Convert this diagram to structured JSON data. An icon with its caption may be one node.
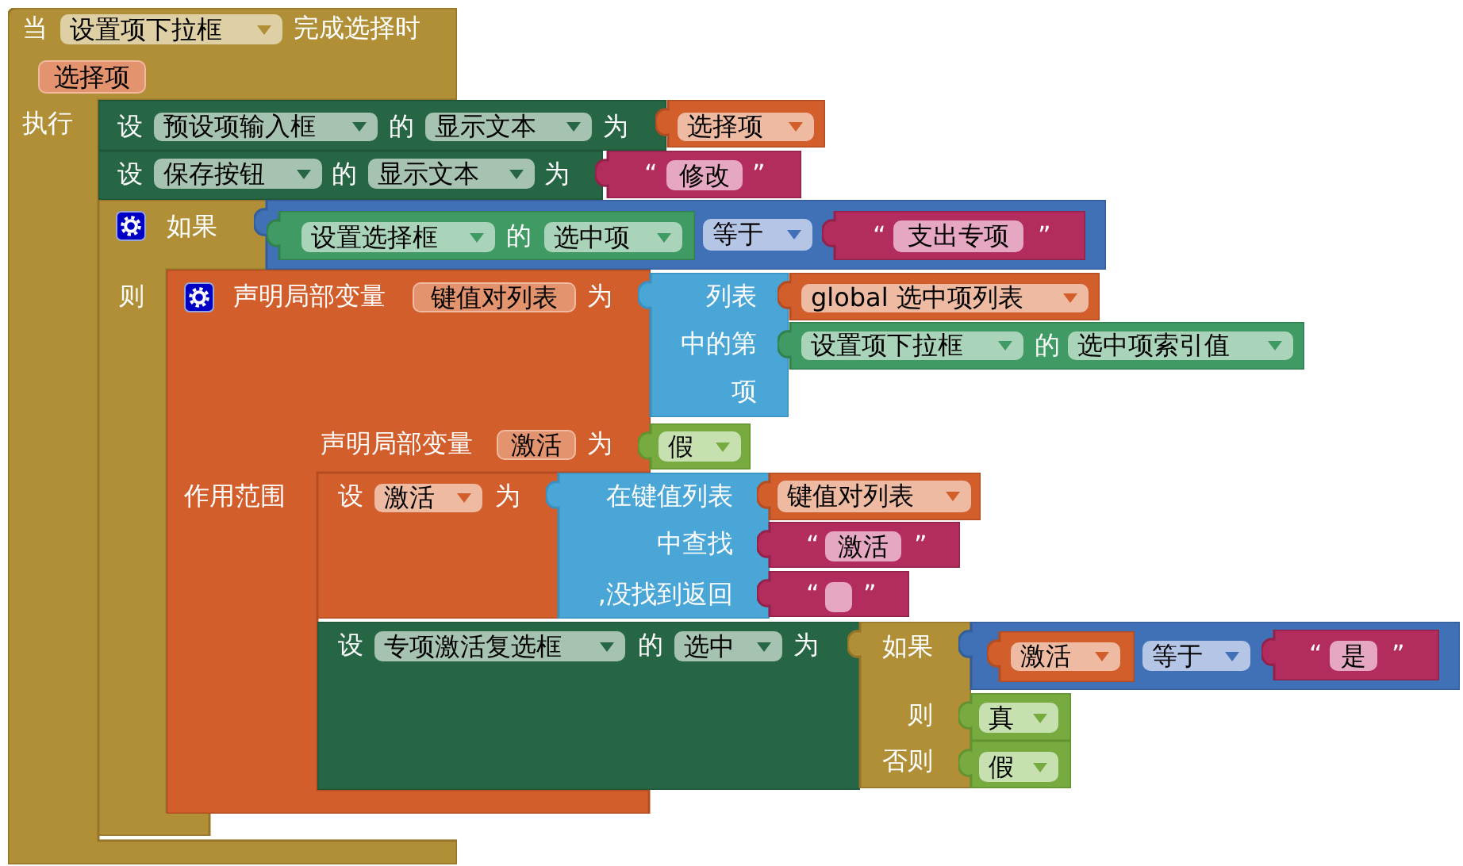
{
  "diagram": {
    "nodes": [
      {
        "text": [
          "当",
          "设置项下拉框",
          "完成选择时",
          "选择项",
          "执行"
        ]
      },
      {
        "text": [
          "设",
          "预设项输入框",
          "的",
          "显示文本",
          "为"
        ]
      },
      {
        "text": [
          "选择项"
        ]
      },
      {
        "text": [
          "设",
          "保存按钮",
          "的",
          "显示文本",
          "为"
        ]
      },
      {
        "text": [
          "“",
          "修改",
          "”"
        ]
      },
      {
        "text": [
          "如果",
          "则"
        ]
      },
      {
        "text": [
          "等于"
        ]
      },
      {
        "text": [
          "设置选择框",
          "的",
          "选中项"
        ],
        "in": 6
      },
      {
        "text": [
          "“",
          "支出专项",
          "”"
        ],
        "in": 6
      },
      {
        "text": [
          "声明局部变量",
          "键值对列表",
          "为",
          "声明局部变量",
          "激活",
          "为",
          "作用范围"
        ]
      },
      {
        "text": [
          "列表",
          "中的第",
          "项"
        ]
      },
      {
        "text": [
          "global 选中项列表"
        ]
      },
      {
        "text": [
          "设置项下拉框",
          "的",
          "选中项索引值"
        ]
      },
      {
        "text": [
          "假"
        ]
      },
      {
        "text": [
          "设",
          "激活",
          "为"
        ],
        "in": 9
      },
      {
        "text": [
          "在键值列表",
          "中查找",
          ",没找到返回"
        ]
      },
      {
        "text": [
          "键值对列表"
        ]
      },
      {
        "text": [
          "“",
          "激活",
          "”"
        ]
      },
      {
        "text": [
          "“",
          "”"
        ]
      },
      {
        "text": [
          "设",
          "专项激活复选框",
          "的",
          "选中",
          "为"
        ]
      },
      {
        "text": [
          "如果",
          "则",
          "否则"
        ]
      },
      {
        "text": [
          "等于"
        ]
      },
      {
        "text": [
          "激活"
        ],
        "in": 21
      },
      {
        "text": [
          "“",
          "是",
          "”"
        ],
        "in": 21
      },
      {
        "text": [
          "真"
        ]
      },
      {
        "text": [
          "假"
        ]
      }
    ]
  }
}
